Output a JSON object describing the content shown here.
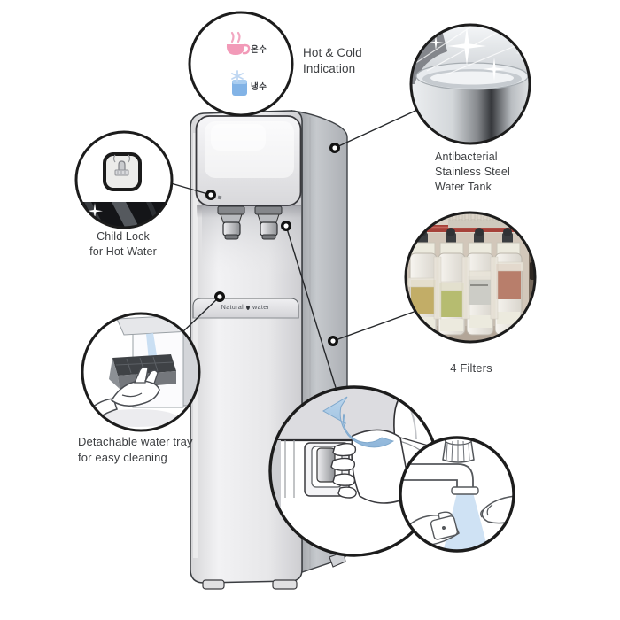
{
  "scene": {
    "description": "Water purifier feature callout diagram",
    "background_color": "#ffffff"
  },
  "product": {
    "brand_prefix": "Natural",
    "brand_suffix": "water"
  },
  "callouts": {
    "hot_cold": {
      "label": "Hot & Cold\nIndication",
      "hot_label": "온수",
      "cold_label": "냉수",
      "hot_color": "#ef97b6",
      "cold_color": "#84b4e6"
    },
    "tank": {
      "label": "Antibacterial\nStainless Steel\nWater Tank"
    },
    "child_lock": {
      "label": "Child Lock\nfor Hot Water"
    },
    "filters": {
      "label": "4 Filters"
    },
    "tray": {
      "label": "Detachable water tray\nfor easy cleaning"
    }
  },
  "colors": {
    "outline": "#1c1c1c",
    "arrow_blue": "#a9c9e6",
    "water_blue": "#cfe2f4"
  }
}
